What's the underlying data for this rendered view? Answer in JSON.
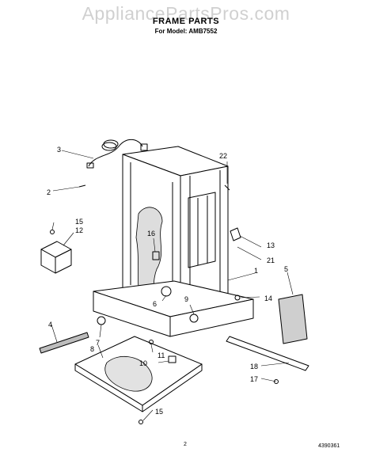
{
  "watermark": "AppliancePartsPros.com",
  "title": "FRAME PARTS",
  "subtitle": "For Model: AMB7552",
  "page_number": "2",
  "doc_number": "4390361",
  "callouts": [
    {
      "label": "1"
    },
    {
      "label": "2"
    },
    {
      "label": "3"
    },
    {
      "label": "4"
    },
    {
      "label": "5"
    },
    {
      "label": "6"
    },
    {
      "label": "7"
    },
    {
      "label": "8"
    },
    {
      "label": "9"
    },
    {
      "label": "10"
    },
    {
      "label": "11"
    },
    {
      "label": "12"
    },
    {
      "label": "13"
    },
    {
      "label": "14"
    },
    {
      "label": "15"
    },
    {
      "label": "15"
    },
    {
      "label": "16"
    },
    {
      "label": "17"
    },
    {
      "label": "18"
    },
    {
      "label": "21"
    },
    {
      "label": "22"
    }
  ]
}
